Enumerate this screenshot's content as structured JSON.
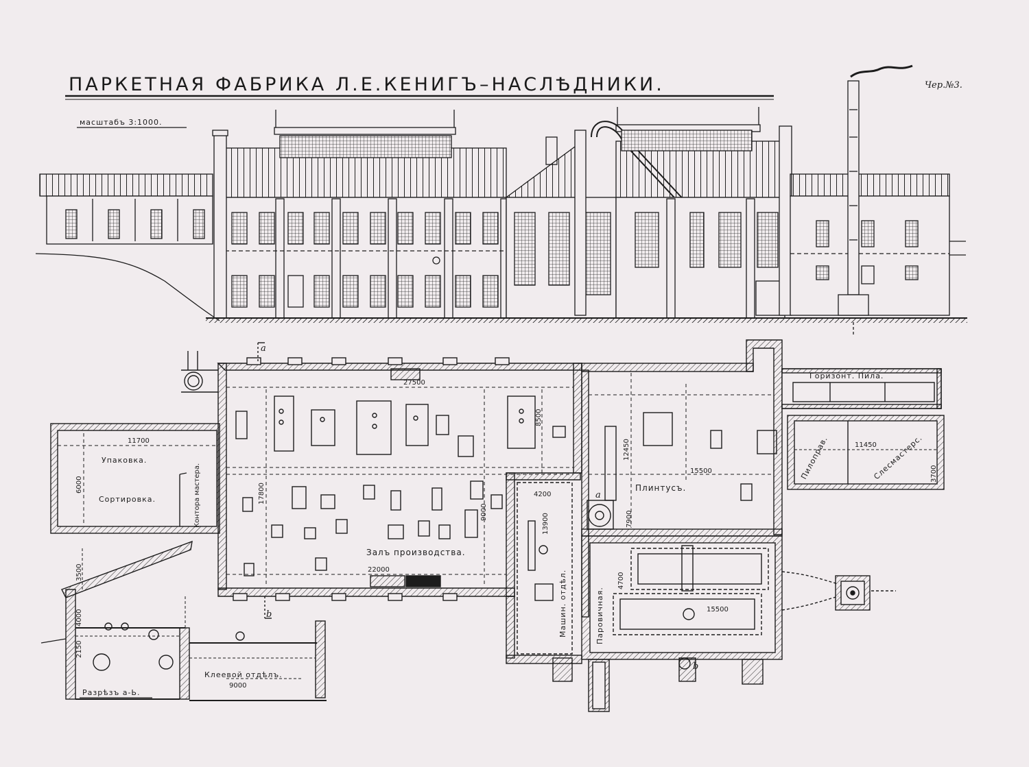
{
  "drawing": {
    "title": "ПАРКЕТНАЯ ФАБРИКА Л.Е.КЕНИГЪ–НАСЛѢДНИКИ.",
    "sheet_number": "Чер.№3.",
    "scale": "масштабъ 3:1000."
  },
  "rooms": {
    "packing": "Упаковка.",
    "sorting": "Сортировка.",
    "foreman_office": "Контора мастера.",
    "production_hall": "Залъ производства.",
    "plinth": "Плинтусъ.",
    "horizontal_saw": "Горизонт. Пила.",
    "saw_sharpening": "Пилоправ.",
    "locksmith": "Слесмастерс.",
    "machine_dept": "Машин. отдѣл.",
    "boiler_room": "Паровичная.",
    "glue_dept": "Клеевой отдѣлъ.",
    "section_label": "Разрѣзъ а-Ь."
  },
  "dimensions": {
    "d_27500": "27500",
    "d_11700": "11700",
    "d_6000": "6000",
    "d_17800": "17800",
    "d_22000": "22000",
    "d_8500": "8500",
    "d_12450": "12450",
    "d_15500": "15500",
    "d_11450": "11450",
    "d_4200": "4200",
    "d_13900": "13900",
    "d_7900": "7900",
    "d_9000": "9000",
    "d_3700": "3700",
    "d_15500b": "15500",
    "d_9000b": "9000",
    "d_3500": "3500",
    "d_4000": "4000",
    "d_2150": "2150",
    "d_4700": "4700"
  },
  "marks": {
    "a1": "a",
    "b1": "b",
    "a2": "a",
    "b2": "b"
  },
  "colors": {
    "paper": "#f1ecee",
    "ink": "#1c1c1c"
  }
}
